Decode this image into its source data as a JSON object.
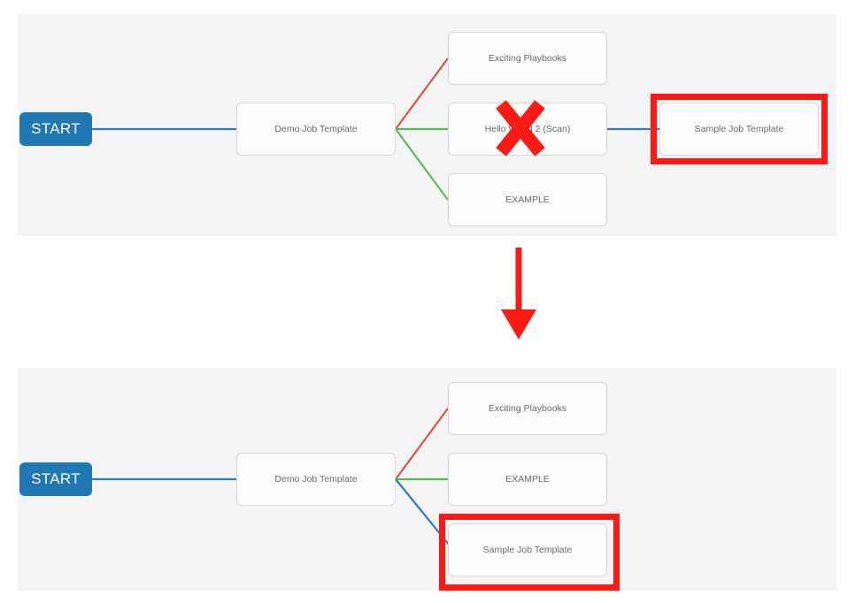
{
  "annotations": {
    "accent_red": "#fb1b14",
    "arrow": {
      "name": "down-arrow",
      "direction": "down"
    },
    "x_mark": {
      "name": "red-x-mark",
      "meaning": "removed"
    },
    "highlight_top": {
      "target": "Sample Job Template"
    },
    "highlight_bottom": {
      "target": "Sample Job Template"
    }
  },
  "edge_colors": {
    "success": "#5cb85c",
    "failure": "#d9534f",
    "always": "#337ab7"
  },
  "panels": [
    {
      "id": "before",
      "start": {
        "label": "START",
        "color": "#1f77b4"
      },
      "root": {
        "label": "Demo Job Template"
      },
      "children": [
        {
          "label": "Exciting Playbooks",
          "edge": "failure"
        },
        {
          "label": "Hello World 2 (Scan)",
          "edge": "success",
          "crossed_out": true
        },
        {
          "label": "EXAMPLE",
          "edge": "success"
        }
      ],
      "grandchildren": [
        {
          "label": "Sample Job Template",
          "edge": "always",
          "parent": "Hello World 2 (Scan)",
          "highlighted": true
        }
      ]
    },
    {
      "id": "after",
      "start": {
        "label": "START",
        "color": "#1f77b4"
      },
      "root": {
        "label": "Demo Job Template"
      },
      "children": [
        {
          "label": "Exciting Playbooks",
          "edge": "failure"
        },
        {
          "label": "EXAMPLE",
          "edge": "success"
        },
        {
          "label": "Sample Job Template",
          "edge": "always",
          "highlighted": true
        }
      ],
      "grandchildren": []
    }
  ]
}
